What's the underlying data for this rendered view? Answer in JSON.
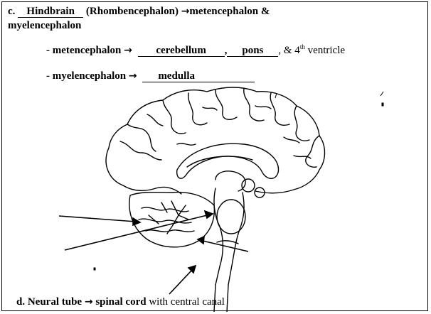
{
  "heading": {
    "letter": "c.",
    "blank_answer": "Hindbrain",
    "rest": "(Rhombencephalon)",
    "arrow": "→",
    "result_line1": "metencephalon &",
    "result_line2": "myelencephalon"
  },
  "metencephalon": {
    "prefix": "- metencephalon",
    "arrow": "→",
    "answer1": "cerebellum",
    "separator": ",",
    "answer2": "pons",
    "suffix_pre": ", & 4",
    "suffix_sup": "th",
    "suffix_post": " ventricle"
  },
  "myelencephalon": {
    "prefix": "- myelencephalon",
    "arrow": "→",
    "answer": "medulla"
  },
  "footer": {
    "letter": "d.",
    "label": "Neural tube",
    "arrow": "→",
    "answer": "spinal cord",
    "rest": "with central canal"
  },
  "figure": {
    "icon": "sagittal-brain-illustration",
    "pointer_arrows": 4
  }
}
